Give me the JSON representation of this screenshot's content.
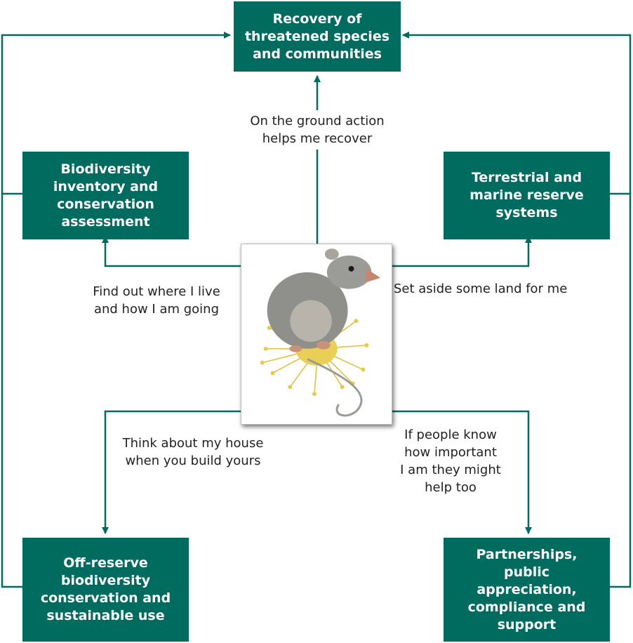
{
  "colors": {
    "teal": "#006b5f",
    "flower": "#e6c640",
    "animal": "#8a8a88"
  },
  "boxes": {
    "top": "Recovery of threatened species and communities",
    "left": "Biodiversity inventory and conservation assessment",
    "right": "Terrestrial and marine reserve systems",
    "bottom_left": "Off-reserve biodiversity conservation and sustainable use",
    "bottom_right": "Partnerships, public appreciation, compliance and support"
  },
  "labels": {
    "top": [
      "On the ground action",
      "helps me recover"
    ],
    "left": [
      "Find out where I live",
      "and how I am going"
    ],
    "right": [
      "Set aside some land for me"
    ],
    "bottom_left": [
      "Think about my house",
      "when you build yours"
    ],
    "bottom_right": [
      "If people know",
      "how important",
      "I am they might",
      "help too"
    ]
  },
  "image": {
    "icon": "possum-on-banksia-flower-illustration"
  }
}
